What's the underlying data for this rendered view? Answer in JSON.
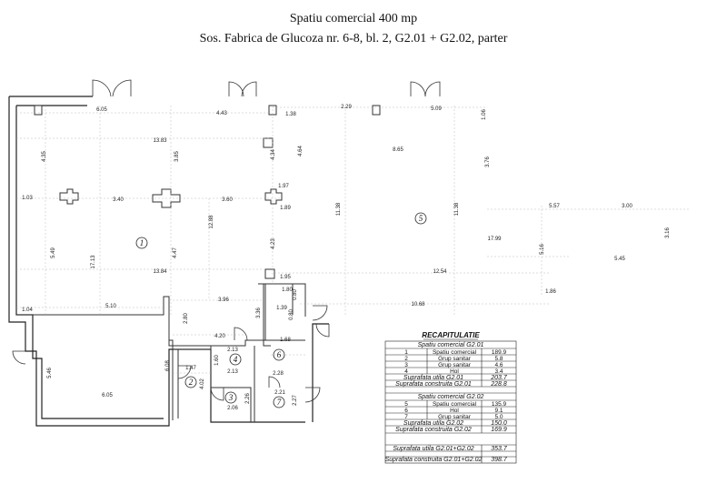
{
  "title": {
    "line1": "Spatiu comercial 400 mp",
    "line2": "Sos. Fabrica de Glucoza nr. 6-8, bl. 2, G2.01 + G2.02, parter"
  },
  "rooms": [
    "1",
    "2",
    "3",
    "4",
    "5",
    "6",
    "7"
  ],
  "dimensions": [
    "6.05",
    "4.43",
    "1.38",
    "2.29",
    "5.09",
    "1.06",
    "13.83",
    "4.35",
    "3.85",
    "4.34",
    "4.64",
    "8.65",
    "3.76",
    "1.97",
    "1.03",
    "3.40",
    "3.60",
    "1.89",
    "11.38",
    "11.38",
    "5.57",
    "3.00",
    "3.16",
    "12.88",
    "17.99",
    "5.49",
    "17.13",
    "4.47",
    "4.23",
    "5.16",
    "5.45",
    "13.84",
    "1.95",
    "12.54",
    "1.80",
    "1.86",
    "1.04",
    "5.10",
    "3.96",
    "1.39",
    "2.80",
    "3.36",
    "10.68",
    "4.20",
    "1.68",
    "2.13",
    "1.60",
    "1.47",
    "2.13",
    "5.46",
    "6.08",
    "4.02",
    "2.28",
    "6.05",
    "2.26",
    "2.06",
    "2.21",
    "2.27",
    "0.80",
    "0.80"
  ],
  "recap": {
    "title": "RECAPITULATIE",
    "g01_header": "Spatiu comercial G2.01",
    "g01_rows": [
      {
        "nr": "1",
        "name": "Spatiu comercial",
        "area": "189.9"
      },
      {
        "nr": "2",
        "name": "Grup sanitar",
        "area": "5.8"
      },
      {
        "nr": "3",
        "name": "Grup sanitar",
        "area": "4.6"
      },
      {
        "nr": "4",
        "name": "Hol",
        "area": "3.4"
      }
    ],
    "g01_util_label": "Suprafata utila G2.01",
    "g01_util": "203.7",
    "g01_constr_label": "Suprafata construita G2.01",
    "g01_constr": "228.8",
    "g02_header": "Spatiu comercial G2.02",
    "g02_rows": [
      {
        "nr": "5",
        "name": "Spatiu comercial",
        "area": "135.9"
      },
      {
        "nr": "6",
        "name": "Hol",
        "area": "9.1"
      },
      {
        "nr": "7",
        "name": "Grup sanitar",
        "area": "5.0"
      }
    ],
    "g02_util_label": "Suprafata utila G2.02",
    "g02_util": "150.0",
    "g02_constr_label": "Suprafata construita G2.02",
    "g02_constr": "169.9",
    "total_util_label": "Suprafata utila G2.01+G2.02",
    "total_util": "353.7",
    "total_constr_label": "Suprafata construita G2.01+G2.02",
    "total_constr": "398.7"
  }
}
